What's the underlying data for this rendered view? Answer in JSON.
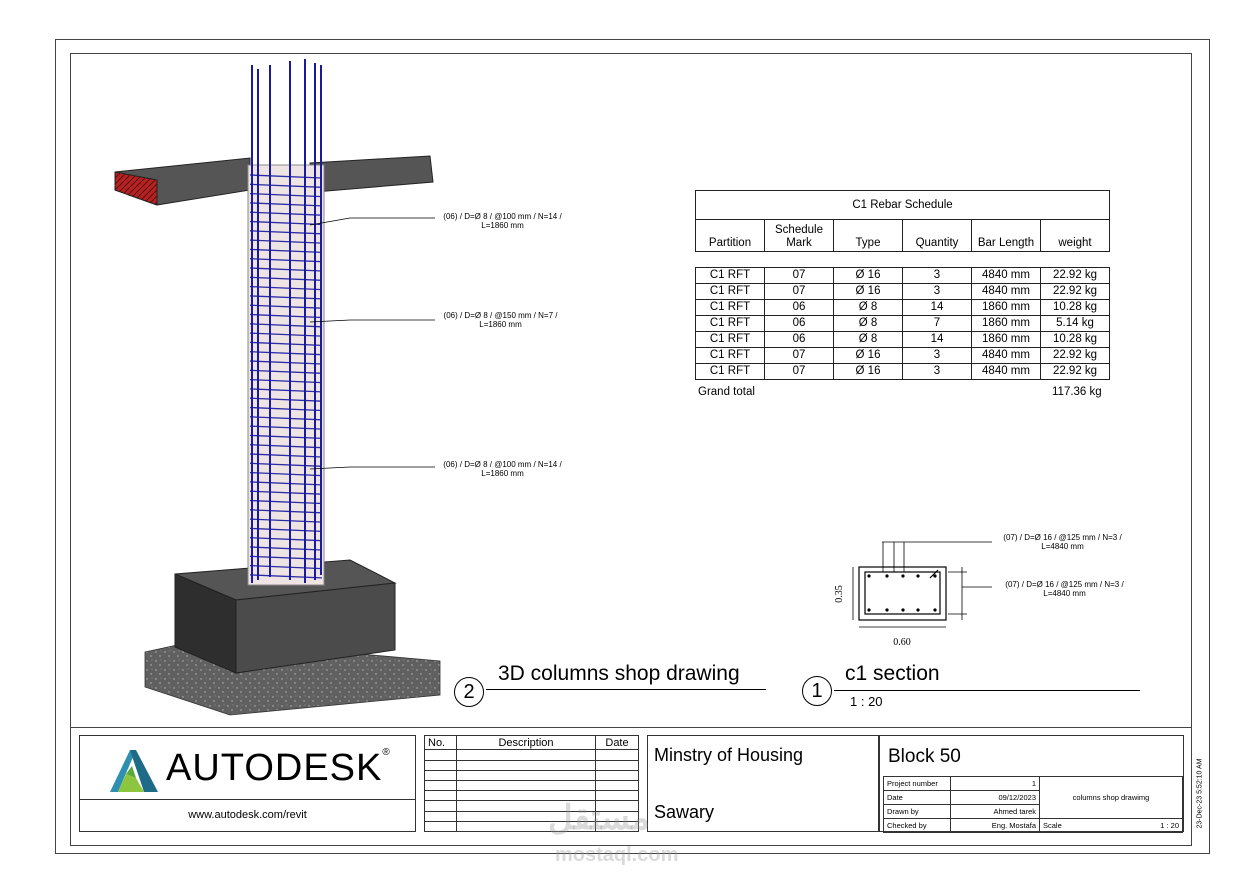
{
  "drawing": {
    "annotations": [
      {
        "line1": "(06) / D=Ø 8 / @100 mm / N=14 /",
        "line2": "L=1860 mm"
      },
      {
        "line1": "(06) / D=Ø 8 / @150 mm / N=7 /",
        "line2": "L=1860 mm"
      },
      {
        "line1": "(06) / D=Ø 8 / @100 mm / N=14 /",
        "line2": "L=1860 mm"
      }
    ],
    "section_annotations": [
      {
        "line1": "(07) / D=Ø 16 / @125 mm / N=3 /",
        "line2": "L=4840 mm"
      },
      {
        "line1": "(07) / D=Ø 16 / @125 mm / N=3 /",
        "line2": "L=4840 mm"
      }
    ],
    "section_dims": {
      "height": "0.35",
      "width": "0.60"
    }
  },
  "schedule": {
    "title": "C1 Rebar Schedule",
    "headers": [
      "Partition",
      "Schedule Mark",
      "Type",
      "Quantity",
      "Bar Length",
      "weight"
    ],
    "rows": [
      [
        "C1 RFT",
        "07",
        "Ø 16",
        "3",
        "4840 mm",
        "22.92 kg"
      ],
      [
        "C1 RFT",
        "07",
        "Ø 16",
        "3",
        "4840 mm",
        "22.92 kg"
      ],
      [
        "C1 RFT",
        "06",
        "Ø 8",
        "14",
        "1860 mm",
        "10.28 kg"
      ],
      [
        "C1 RFT",
        "06",
        "Ø 8",
        "7",
        "1860 mm",
        "5.14 kg"
      ],
      [
        "C1 RFT",
        "06",
        "Ø 8",
        "14",
        "1860 mm",
        "10.28 kg"
      ],
      [
        "C1 RFT",
        "07",
        "Ø 16",
        "3",
        "4840 mm",
        "22.92 kg"
      ],
      [
        "C1 RFT",
        "07",
        "Ø 16",
        "3",
        "4840 mm",
        "22.92 kg"
      ]
    ],
    "grand_total_label": "Grand total",
    "grand_total_value": "117.36 kg"
  },
  "views": {
    "view2": {
      "number": "2",
      "title": "3D columns shop drawing"
    },
    "view1": {
      "number": "1",
      "title": "c1 section",
      "scale": "1 : 20"
    }
  },
  "titleblock": {
    "logo_text": "AUTODESK",
    "logo_mark": "®",
    "website": "www.autodesk.com/revit",
    "revision_headers": {
      "no": "No.",
      "description": "Description",
      "date": "Date"
    },
    "owner": "Minstry of Housing",
    "project": "Sawary",
    "sheet_title": "Block 50",
    "info": {
      "project_number_label": "Project number",
      "project_number": "1",
      "date_label": "Date",
      "date": "09/12/2023",
      "drawn_by_label": "Drawn by",
      "drawn_by": "Ahmed tarek",
      "checked_by_label": "Checked by",
      "checked_by": "Eng. Mostafa",
      "scale_label": "Scale",
      "scale": "1 : 20",
      "sheet_name": "columns shop drawimg"
    },
    "timestamp": "23-Dec-23 5:52:10 AM",
    "watermark_arabic": "مستقل",
    "watermark_latin": "mostaql.com"
  },
  "colors": {
    "rebar": "#1a1a9c",
    "tie": "#2a2aa8",
    "concrete": "#4a4a4a",
    "brick": "#b02020"
  }
}
